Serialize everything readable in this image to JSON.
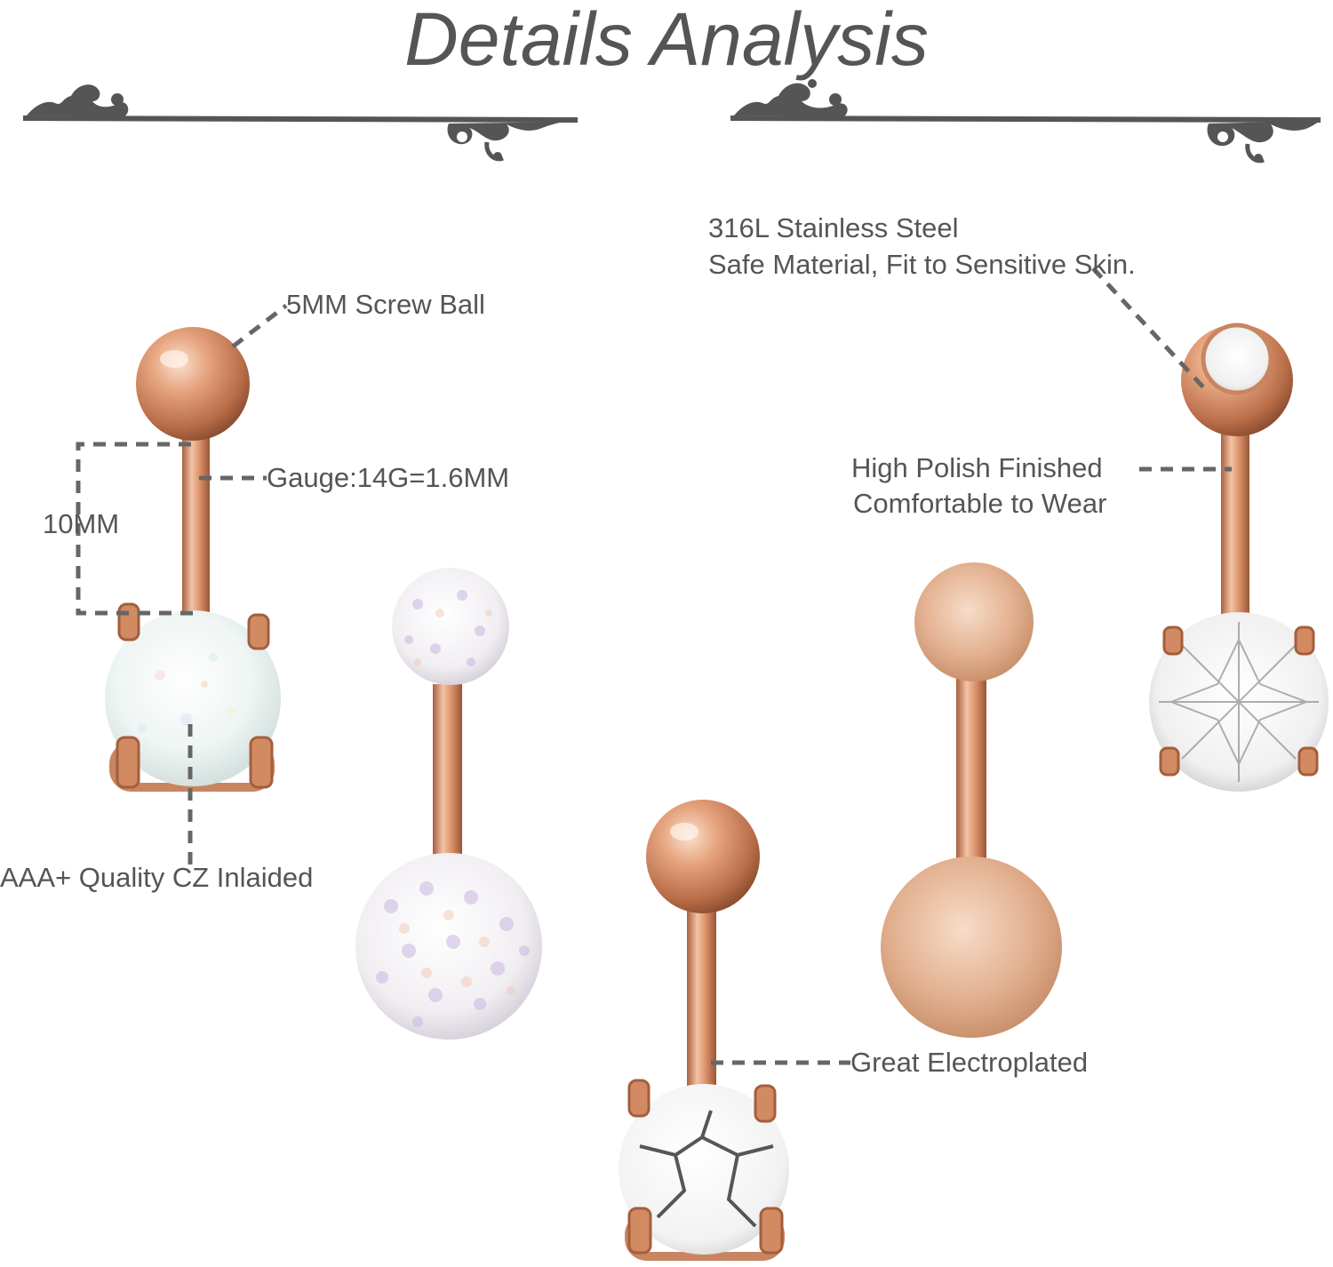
{
  "title": "Details Analysis",
  "callouts": {
    "screw_ball": "5MM Screw Ball",
    "gauge": "Gauge:14G=1.6MM",
    "length": "10MM",
    "cz_quality": "AAA+ Quality CZ Inlaided",
    "material_line1": "316L Stainless Steel",
    "material_line2": "Safe Material, Fit to Sensitive Skin.",
    "polish_line1": "High Polish Finished",
    "polish_line2": "Comfortable to Wear",
    "electroplated": "Great Electroplated"
  },
  "colors": {
    "text": "#555555",
    "ornament": "#555555",
    "rose_gold": "#d9936f",
    "rose_gold_dark": "#a5603f",
    "opal": "#eef4f2",
    "marble": "#f4f4f4",
    "crystal": "#f6f6f6"
  }
}
